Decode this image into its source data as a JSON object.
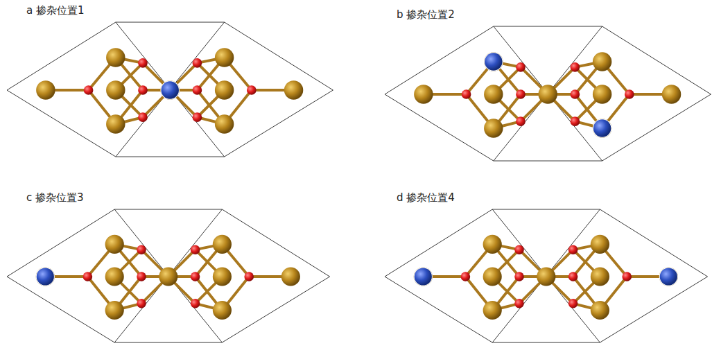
{
  "diagram": {
    "labels": [
      "a 掺杂位置1",
      "b 掺杂位置2",
      "c 掺杂位置3",
      "d 掺杂位置4"
    ]
  }
}
